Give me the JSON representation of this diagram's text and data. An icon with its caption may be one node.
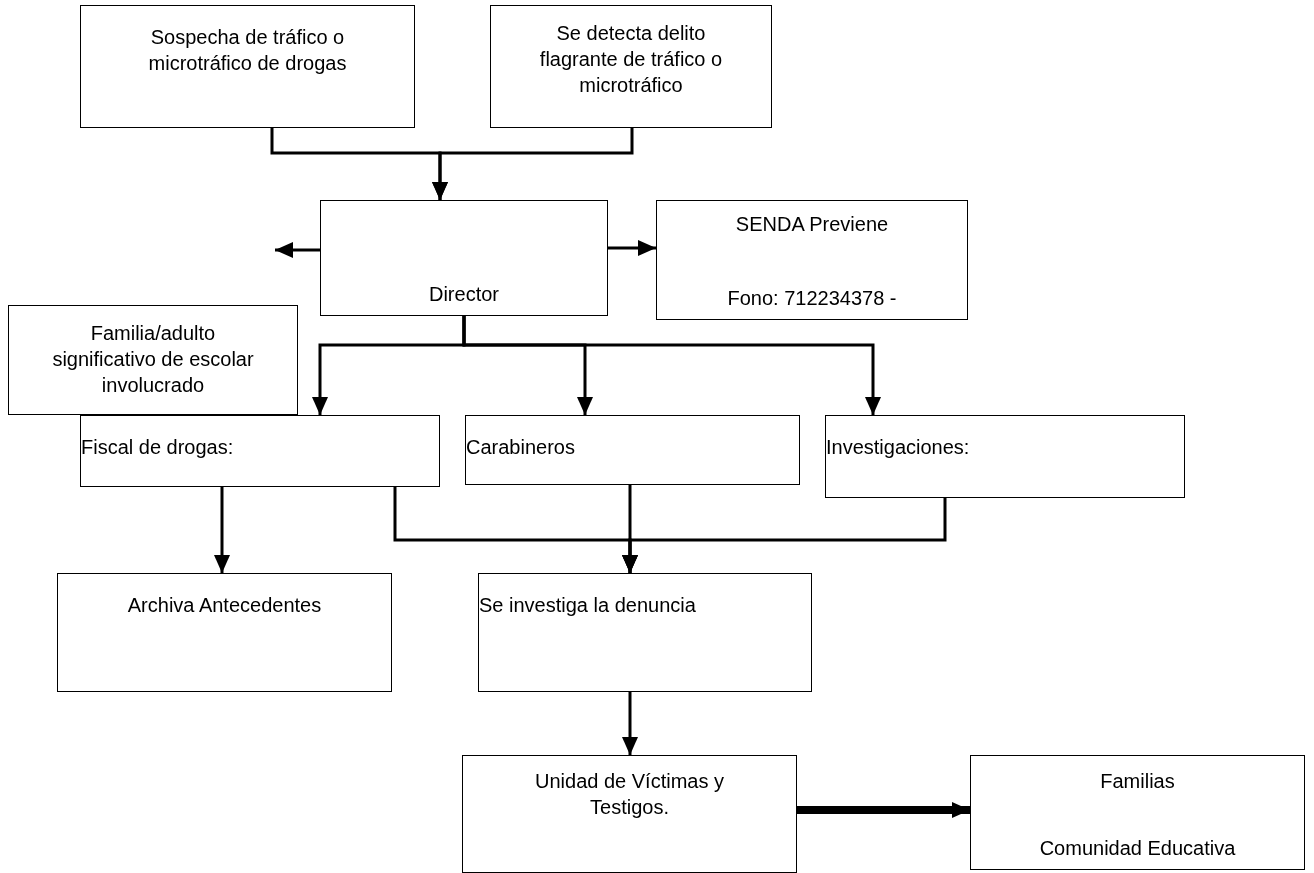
{
  "diagram": {
    "nodes": [
      {
        "text": [
          "Sospecha de tráfico o microtráfico de drogas"
        ]
      },
      {
        "text": [
          "Se detecta delito flagrante de tráfico o microtráfico"
        ]
      },
      {
        "text": [
          "Director"
        ]
      },
      {
        "text": [
          "SENDA Previene",
          "Fono: 712234378 -"
        ]
      },
      {
        "text": [
          "Familia/adulto significativo de escolar involucrado"
        ]
      },
      {
        "text": [
          "Fiscal de drogas:"
        ]
      },
      {
        "text": [
          "Carabineros"
        ]
      },
      {
        "text": [
          "Investigaciones:"
        ]
      },
      {
        "text": [
          "Archiva Antecedentes"
        ]
      },
      {
        "text": [
          "Se investiga la denuncia"
        ]
      },
      {
        "text": [
          "Unidad de Víctimas y Testigos."
        ]
      },
      {
        "text": [
          "Familias",
          "Comunidad Educativa"
        ]
      }
    ],
    "edges": [
      {
        "from": 0,
        "to": 2,
        "arrow": "to"
      },
      {
        "from": 1,
        "to": 2,
        "arrow": "to"
      },
      {
        "from": 2,
        "to": null,
        "arrow": "to"
      },
      {
        "from": 2,
        "to": 3,
        "arrow": "to"
      },
      {
        "from": 2,
        "to": 5,
        "arrow": "to"
      },
      {
        "from": 2,
        "to": 6,
        "arrow": "to"
      },
      {
        "from": 2,
        "to": 7,
        "arrow": "to"
      },
      {
        "from": 5,
        "to": 8,
        "arrow": "to"
      },
      {
        "from": 5,
        "to": 9,
        "arrow": "to"
      },
      {
        "from": 6,
        "to": 9,
        "arrow": "to"
      },
      {
        "from": 7,
        "to": 9,
        "arrow": "to"
      },
      {
        "from": 9,
        "to": 10,
        "arrow": "to"
      },
      {
        "from": 10,
        "to": 11,
        "arrow": "to",
        "style": "thick"
      }
    ]
  }
}
